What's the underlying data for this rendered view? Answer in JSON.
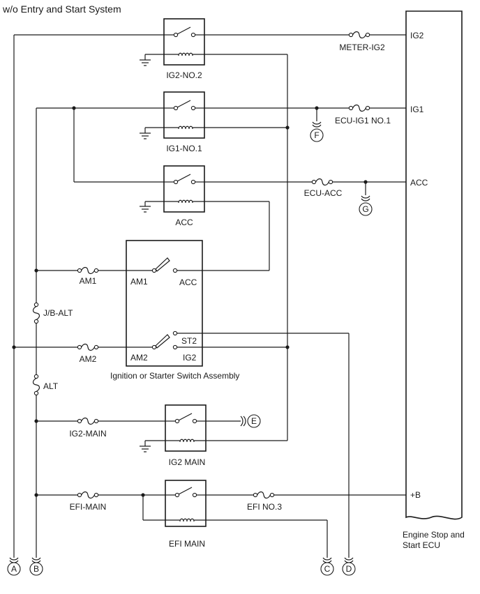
{
  "title": "w/o Entry and Start System",
  "ecu": {
    "name_line1": "Engine Stop and",
    "name_line2": "Start ECU",
    "terminals": {
      "ig2": "IG2",
      "ig1": "IG1",
      "acc": "ACC",
      "b": "+B"
    }
  },
  "relays": {
    "ig2_no2": "IG2-NO.2",
    "ig1_no1": "IG1-NO.1",
    "acc": "ACC",
    "ig2_main": "IG2 MAIN",
    "efi_main": "EFI MAIN"
  },
  "fuses": {
    "meter_ig2": "METER-IG2",
    "ecu_ig1_no1": "ECU-IG1 NO.1",
    "ecu_acc": "ECU-ACC",
    "am1": "AM1",
    "jb_alt": "J/B-ALT",
    "am2": "AM2",
    "alt": "ALT",
    "ig2_main": "IG2-MAIN",
    "efi_main": "EFI-MAIN",
    "efi_no3": "EFI NO.3"
  },
  "switch": {
    "name": "Ignition or Starter Switch Assembly",
    "am1": "AM1",
    "acc": "ACC",
    "st2": "ST2",
    "am2": "AM2",
    "ig2": "IG2"
  },
  "connectors": {
    "a": "A",
    "b": "B",
    "c": "C",
    "d": "D",
    "e": "E",
    "f": "F",
    "g": "G"
  }
}
